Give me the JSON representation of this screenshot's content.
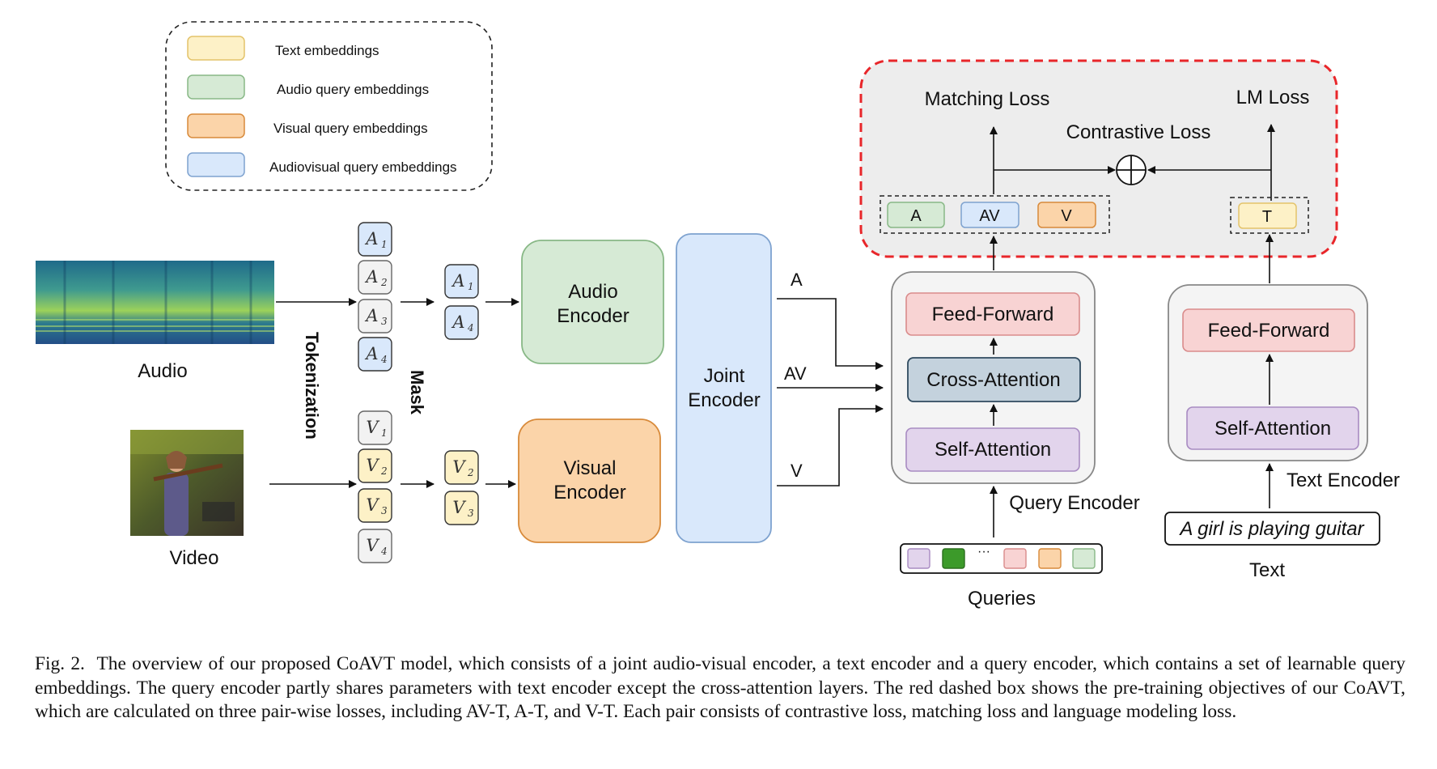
{
  "legend": {
    "items": [
      {
        "label": "Text embeddings",
        "color": "#fdf1c7",
        "border": "#e3c36a"
      },
      {
        "label": "Audio query embeddings",
        "color": "#d6ead5",
        "border": "#88b886"
      },
      {
        "label": "Visual query embeddings",
        "color": "#fbd4a9",
        "border": "#d88a3a"
      },
      {
        "label": "Audiovisual query embeddings",
        "color": "#d9e8fb",
        "border": "#7ea2cf"
      }
    ]
  },
  "inputs": {
    "audio_label": "Audio",
    "video_label": "Video",
    "tokenization_label": "Tokenization",
    "mask_label": "Mask"
  },
  "tokens": {
    "audio_letter": "A",
    "video_letter": "V",
    "audio_all": [
      "1",
      "2",
      "3",
      "4"
    ],
    "audio_masked": [
      "1",
      "4"
    ],
    "video_all": [
      "1",
      "2",
      "3",
      "4"
    ],
    "video_masked": [
      "2",
      "3"
    ]
  },
  "encoders": {
    "audio": {
      "line1": "Audio",
      "line2": "Encoder"
    },
    "visual": {
      "line1": "Visual",
      "line2": "Encoder"
    },
    "joint": {
      "line1": "Joint",
      "line2": "Encoder"
    },
    "outputs": [
      "A",
      "AV",
      "V"
    ]
  },
  "query_encoder": {
    "label": "Query Encoder",
    "layers": [
      "Feed-Forward",
      "Cross-Attention",
      "Self-Attention"
    ],
    "queries_label": "Queries",
    "ellipsis": "···"
  },
  "text_encoder": {
    "label": "Text Encoder",
    "layers": [
      "Feed-Forward",
      "Self-Attention"
    ],
    "input_text": "A girl is playing guitar",
    "text_label": "Text"
  },
  "objectives": {
    "matching_loss": "Matching Loss",
    "contrastive_loss": "Contrastive Loss",
    "lm_loss": "LM Loss",
    "embed_labels": [
      "A",
      "AV",
      "V"
    ],
    "text_embed_label": "T"
  },
  "caption": {
    "prefix": "Fig. 2.",
    "text": "The overview of our proposed CoAVT model, which consists of a joint audio-visual encoder, a text encoder and a query encoder, which contains a set of learnable query embeddings. The query encoder partly shares parameters with text encoder except the cross-attention layers. The red dashed box shows the pre-training objectives of our CoAVT, which are calculated on three pair-wise losses, including AV-T, A-T, and V-T. Each pair consists of contrastive loss, matching loss and language modeling loss."
  },
  "colors": {
    "audio_green": "#d6ead5",
    "visual_orange": "#fbd4a9",
    "joint_blue": "#d9e8fb",
    "text_yellow": "#fdf1c7",
    "feed_forward": "#f8d3d3",
    "cross_attention": "#c4d2dd",
    "self_attention": "#e2d4ec",
    "loss_region": "#ededed",
    "loss_border": "#e8262a"
  }
}
